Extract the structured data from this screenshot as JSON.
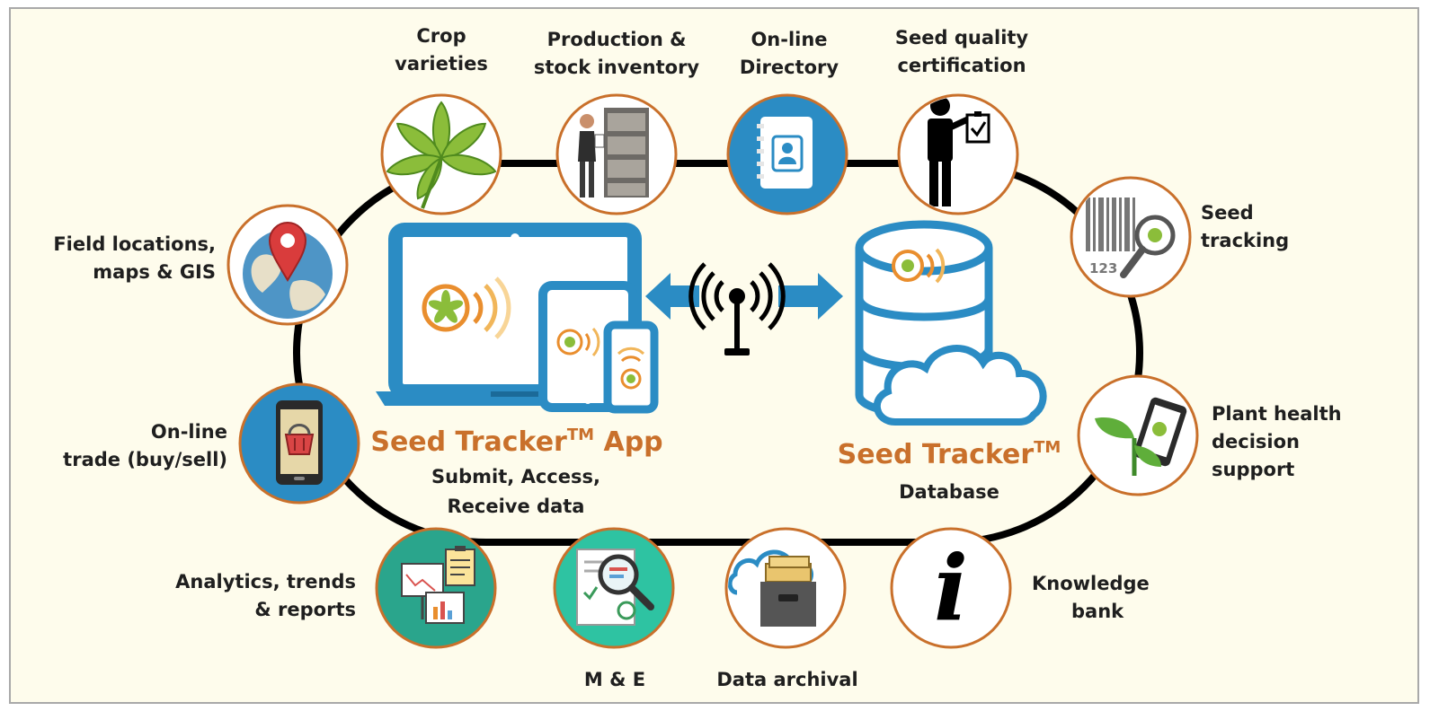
{
  "nodes": {
    "crop_varieties": [
      "Crop",
      "varieties"
    ],
    "production_inventory": [
      "Production &",
      "stock inventory"
    ],
    "online_directory": [
      "On-line",
      "Directory"
    ],
    "seed_quality": [
      "Seed quality",
      "certification"
    ],
    "seed_tracking": [
      "Seed",
      "tracking"
    ],
    "field_locations": [
      "Field locations,",
      "maps & GIS"
    ],
    "online_trade": [
      "On-line",
      "trade (buy/sell)"
    ],
    "plant_health": [
      "Plant health",
      "decision",
      "support"
    ],
    "analytics": [
      "Analytics, trends",
      "& reports"
    ],
    "m_and_e": "M & E",
    "data_archival": "Data archival",
    "knowledge_bank": [
      "Knowledge",
      "bank"
    ]
  },
  "barcode_digits": "123",
  "knowledge_glyph": "i",
  "app": {
    "title": "Seed Tracker",
    "tm": "TM",
    "suffix": " App",
    "lines": [
      "Submit, Access,",
      "Receive data"
    ]
  },
  "database": {
    "title": "Seed Tracker",
    "tm": "TM",
    "subtitle": "Database"
  },
  "colors": {
    "background": "#fefcec",
    "brand_orange": "#c9702b",
    "device_blue": "#2b8cc4",
    "ring": "#000000",
    "circle_border": "#c9702b"
  },
  "icons": [
    "leaf-icon",
    "warehouse-worker-icon",
    "address-book-icon",
    "certification-officer-icon",
    "barcode-magnifier-icon",
    "map-pin-globe-icon",
    "mobile-basket-icon",
    "seedling-phone-icon",
    "presentation-board-icon",
    "inspection-magnifier-icon",
    "cloud-archive-icon",
    "info-icon",
    "laptop-icon",
    "tablet-icon",
    "phone-icon",
    "antenna-icon",
    "database-icon",
    "cloud-icon"
  ]
}
